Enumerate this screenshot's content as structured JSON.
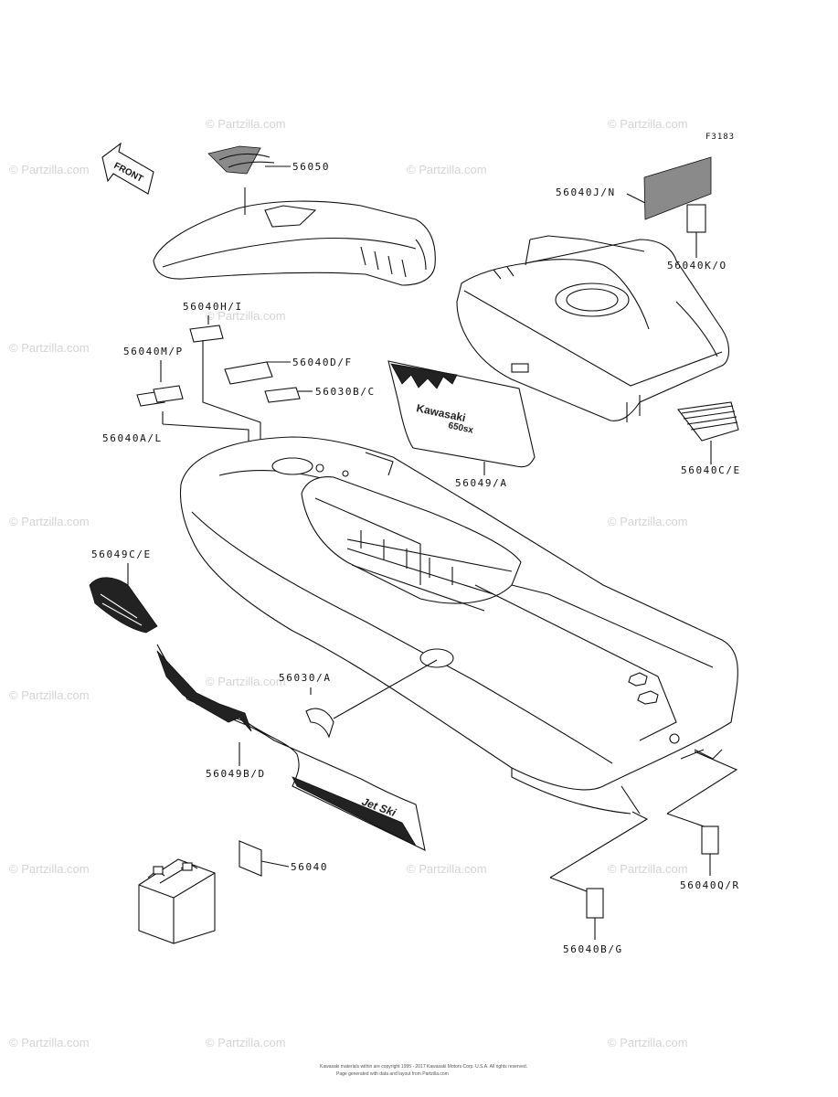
{
  "figure_id": "F3183",
  "front_label": "FRONT",
  "watermark": "© Partzilla.com",
  "footer": {
    "line1": "Kawasaki materials within are copyright 1995 - 2017 Kawasaki Motors Corp. U.S.A. All rights reserved.",
    "line2": "Page generated with data and layout from Partzilla.com"
  },
  "decal_text": {
    "kawasaki": "Kawasaki",
    "model": "650sx",
    "jetski": "Jet Ski"
  },
  "parts": [
    {
      "id": "56050",
      "label": "56050"
    },
    {
      "id": "56040JN",
      "label": "56040J/N"
    },
    {
      "id": "56040KO",
      "label": "56040K/O"
    },
    {
      "id": "56040HI",
      "label": "56040H/I"
    },
    {
      "id": "56040MP",
      "label": "56040M/P"
    },
    {
      "id": "56040DF",
      "label": "56040D/F"
    },
    {
      "id": "56030BC",
      "label": "56030B/C"
    },
    {
      "id": "56040AL",
      "label": "56040A/L"
    },
    {
      "id": "56049A",
      "label": "56049/A"
    },
    {
      "id": "56040CE",
      "label": "56040C/E"
    },
    {
      "id": "56049CE",
      "label": "56049C/E"
    },
    {
      "id": "56030A",
      "label": "56030/A"
    },
    {
      "id": "56049BD",
      "label": "56049B/D"
    },
    {
      "id": "56040",
      "label": "56040"
    },
    {
      "id": "56040QR",
      "label": "56040Q/R"
    },
    {
      "id": "56040BG",
      "label": "56040B/G"
    }
  ]
}
